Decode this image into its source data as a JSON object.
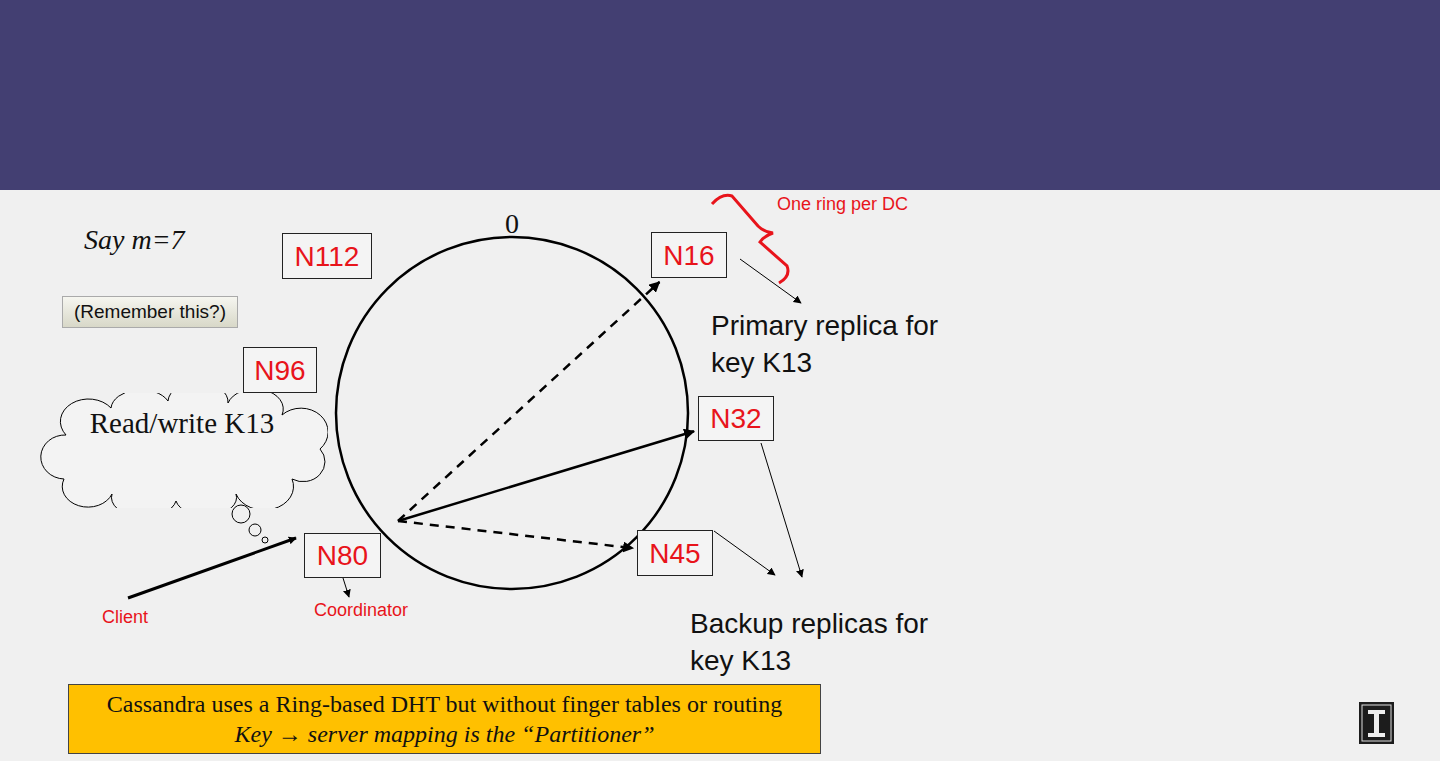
{
  "diagram": {
    "nodes": [
      {
        "text": [
          "(Remember this?)"
        ]
      },
      {
        "text": [
          "Read/write K13"
        ]
      },
      {
        "text": [
          "N112"
        ]
      },
      {
        "text": [
          "N16"
        ]
      },
      {
        "text": [
          "N96"
        ]
      },
      {
        "text": [
          "N32"
        ]
      },
      {
        "text": [
          "N80"
        ]
      },
      {
        "text": [
          "N45"
        ]
      },
      {
        "text": [
          "Cassandra uses a Ring-based DHT but without finger tables or routing",
          "Key → server mapping is the “Partitioner”"
        ]
      }
    ],
    "edges": [
      {
        "from": 6,
        "to": 3,
        "arrow": "to"
      },
      {
        "from": 6,
        "to": 5,
        "arrow": "to"
      },
      {
        "from": 6,
        "to": 7,
        "arrow": "to"
      }
    ],
    "labels": [
      "Say m=7",
      "0",
      "One ring per DC",
      "Primary replica for key K13",
      "Backup replicas for key K13",
      "Client",
      "Coordinator"
    ]
  }
}
